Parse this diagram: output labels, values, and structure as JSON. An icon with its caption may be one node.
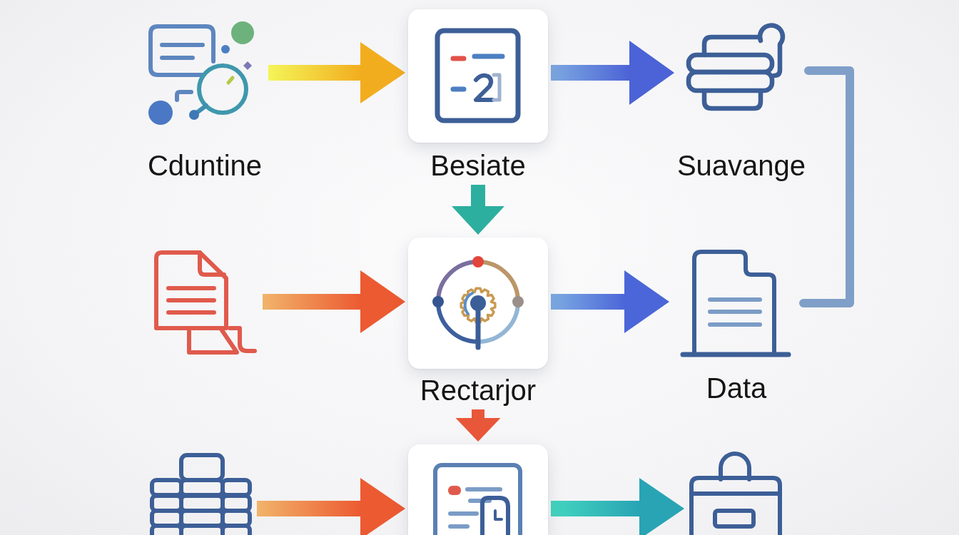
{
  "diagram": {
    "nodes": [
      {
        "text": [
          "Cduntine"
        ]
      },
      {
        "text": [
          "Besiate"
        ]
      },
      {
        "text": [
          "Suavange"
        ]
      },
      {
        "text": [],
        "shape": "picture"
      },
      {
        "text": [
          "Rectarjor"
        ]
      },
      {
        "text": [
          "Data"
        ]
      },
      {
        "text": [],
        "shape": "picture"
      },
      {
        "text": [],
        "shape": "box"
      },
      {
        "text": [],
        "shape": "picture"
      }
    ],
    "edges": [
      {
        "from": 0,
        "to": 1,
        "arrow": "to",
        "color": "#f2ad1f"
      },
      {
        "from": 1,
        "to": 2,
        "arrow": "to",
        "color": "#4b63d6"
      },
      {
        "from": 1,
        "to": 4,
        "arrow": "to",
        "color": "#2daf9f"
      },
      {
        "from": 3,
        "to": 4,
        "arrow": "to",
        "color": "#ec5a32"
      },
      {
        "from": 4,
        "to": 5,
        "arrow": "to",
        "color": "#4b66d8"
      },
      {
        "from": 4,
        "to": 7,
        "arrow": "to",
        "color": "#e8573a"
      },
      {
        "from": 6,
        "to": 7,
        "arrow": "to",
        "color": "#ec5a32"
      },
      {
        "from": 7,
        "to": 8,
        "arrow": "to",
        "color": "#28a4b4"
      },
      {
        "from": 2,
        "to": 5,
        "arrow": "none",
        "color": "#7f9fc8"
      }
    ]
  }
}
